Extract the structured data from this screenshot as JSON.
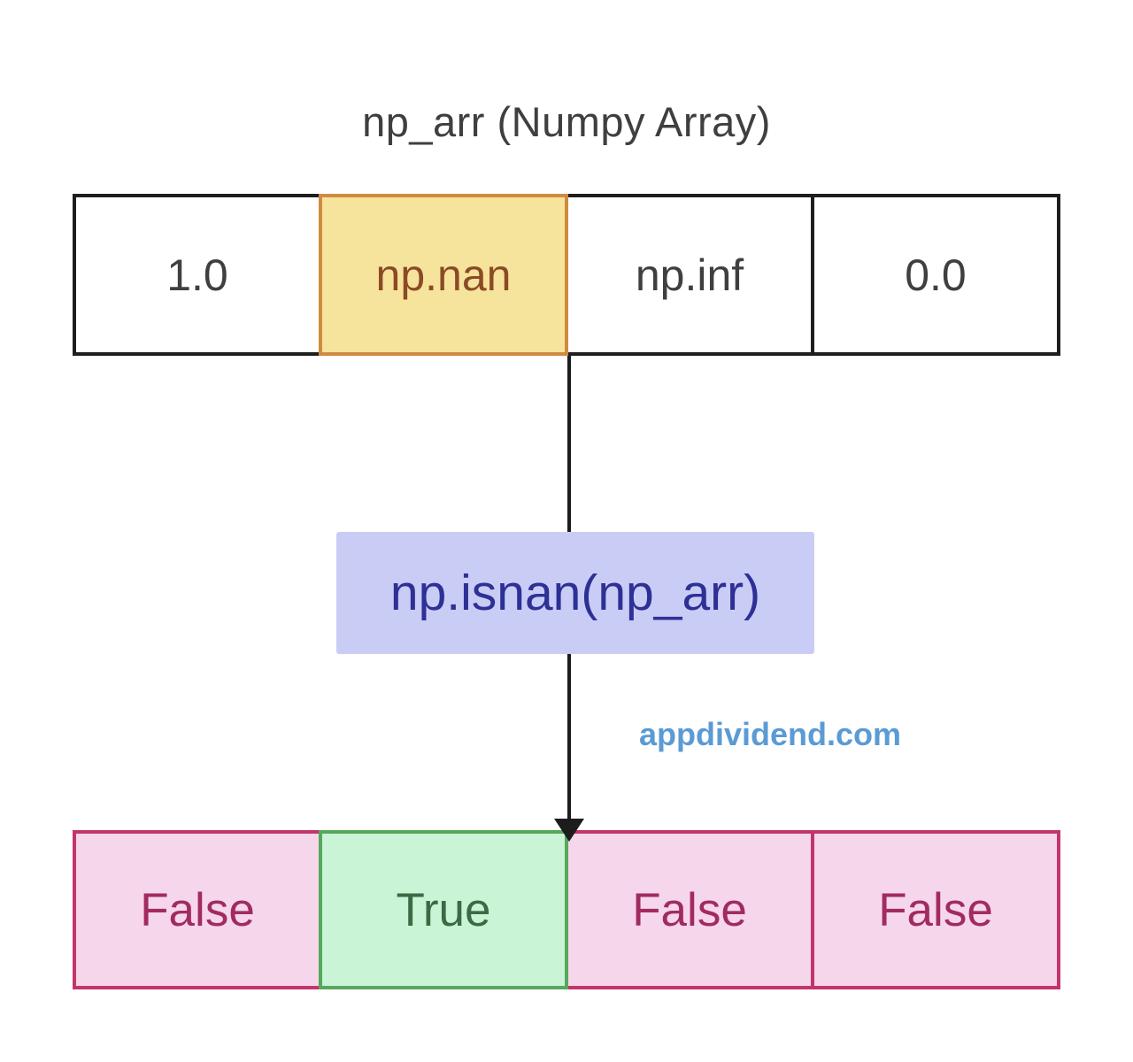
{
  "title": "np_arr (Numpy Array)",
  "top_array": {
    "name": "np_arr",
    "cells": [
      {
        "label": "1.0",
        "highlighted": false
      },
      {
        "label": "np.nan",
        "highlighted": true
      },
      {
        "label": "np.inf",
        "highlighted": false
      },
      {
        "label": "0.0",
        "highlighted": false
      }
    ]
  },
  "operation": {
    "label": "np.isnan(np_arr)"
  },
  "watermark": "appdividend.com",
  "result_array": {
    "cells": [
      {
        "label": "False",
        "value": false
      },
      {
        "label": "True",
        "value": true
      },
      {
        "label": "False",
        "value": false
      },
      {
        "label": "False",
        "value": false
      }
    ]
  },
  "colors": {
    "background": "#ffffff",
    "plain_cell_border": "#1e1e1e",
    "plain_cell_text": "#3f3f3f",
    "nan_cell_bg": "#f6e49c",
    "nan_cell_border": "#cf8b40",
    "nan_cell_text": "#8b4a26",
    "operation_box_bg": "#c9cdf6",
    "operation_box_text": "#2e3095",
    "watermark_text": "#5b9bd5",
    "false_cell_bg": "#f6d6eb",
    "false_cell_border": "#c2356b",
    "false_cell_text": "#a12b60",
    "true_cell_bg": "#c9f4d5",
    "true_cell_border": "#57a75c",
    "true_cell_text": "#3a6b44",
    "arrow": "#1c1c1c"
  }
}
